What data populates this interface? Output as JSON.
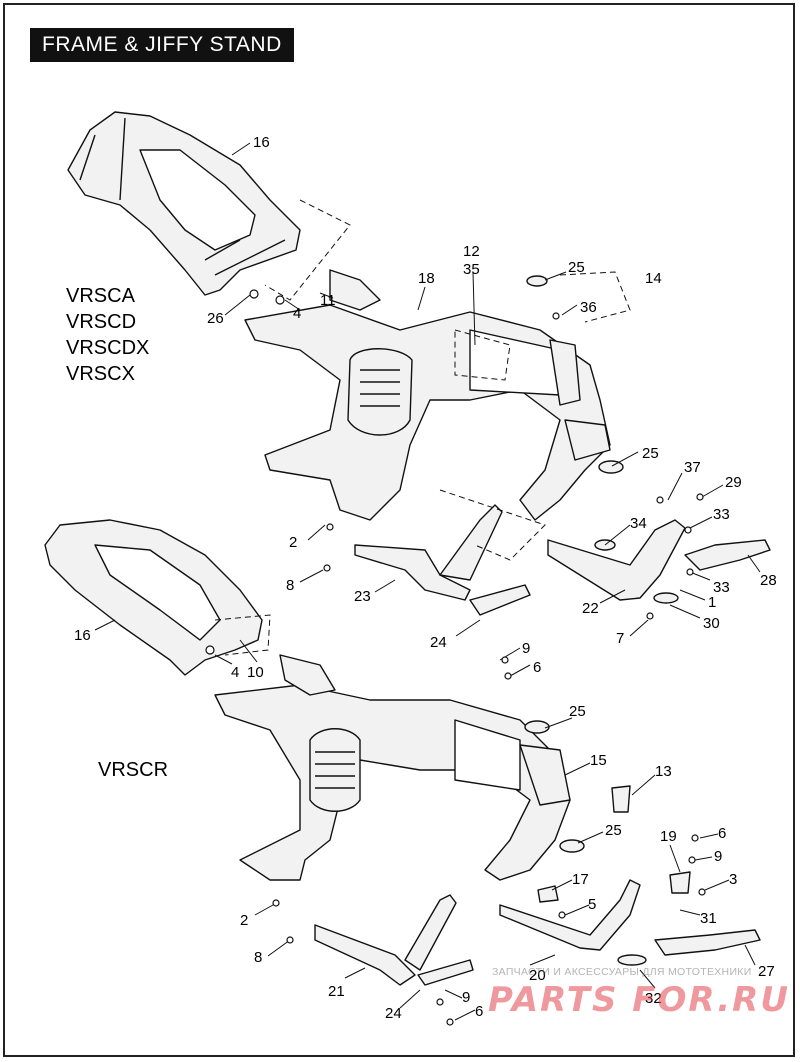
{
  "title": "FRAME & JIFFY STAND",
  "model_groups": [
    {
      "id": "upper",
      "models": [
        "VRSCA",
        "VRSCD",
        "VRSCDX",
        "VRSCX"
      ]
    },
    {
      "id": "lower",
      "models": [
        "VRSCR"
      ]
    }
  ],
  "callouts": {
    "upper": [
      "16",
      "12",
      "35",
      "25",
      "14",
      "18",
      "36",
      "11",
      "4",
      "26",
      "25",
      "37",
      "29",
      "34",
      "33",
      "2",
      "33",
      "28",
      "8",
      "23",
      "22",
      "1",
      "30",
      "24",
      "7",
      "9",
      "6"
    ],
    "lower": [
      "16",
      "4",
      "10",
      "25",
      "15",
      "13",
      "25",
      "19",
      "6",
      "9",
      "3",
      "17",
      "5",
      "31",
      "2",
      "8",
      "21",
      "20",
      "27",
      "24",
      "9",
      "32",
      "6"
    ]
  },
  "watermark": {
    "small_text": "ЗАПЧАСТИ И АКСЕССУАРЫ ДЛЯ МОТОТЕХНИКИ",
    "brand_text": "PARTS FOR.RU"
  },
  "colors": {
    "ink": "#111111",
    "paper": "#ffffff",
    "part_fill": "#f2f2f2",
    "watermark": "#e3444f"
  }
}
